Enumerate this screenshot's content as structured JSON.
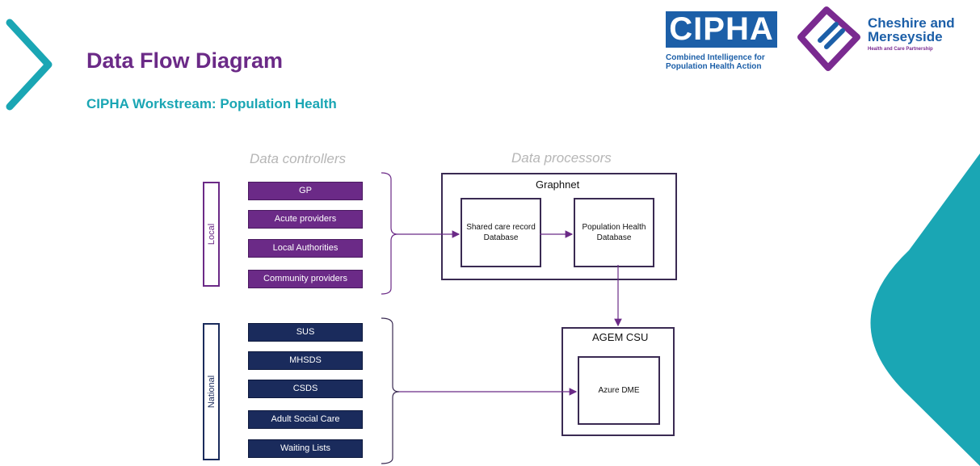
{
  "header": {
    "title": "Data Flow Diagram",
    "subtitle": "CIPHA Workstream: Population Health"
  },
  "logos": {
    "cipha": "CIPHA",
    "cipha_sub_1": "Combined Intelligence for",
    "cipha_sub_2": "Population Health Action",
    "cm_line1": "Cheshire and",
    "cm_line2": "Merseyside",
    "cm_sub": "Health and Care Partnership"
  },
  "columns": {
    "controllers": "Data controllers",
    "processors": "Data processors"
  },
  "groups": {
    "local": {
      "label": "Local",
      "sources": [
        "GP",
        "Acute providers",
        "Local Authorities",
        "Community providers"
      ]
    },
    "national": {
      "label": "National",
      "sources": [
        "SUS",
        "MHSDS",
        "CSDS",
        "Adult Social Care",
        "Waiting Lists"
      ]
    }
  },
  "processors": {
    "graphnet": {
      "title": "Graphnet",
      "shared_care": "Shared care record Database",
      "population_health": "Population Health Database"
    },
    "agem": {
      "title": "AGEM CSU",
      "azure": "Azure DME"
    }
  },
  "colors": {
    "purple": "#6b2a87",
    "teal": "#1aa6b4",
    "navy": "#1a2b5c",
    "blue": "#1c5fa8"
  }
}
